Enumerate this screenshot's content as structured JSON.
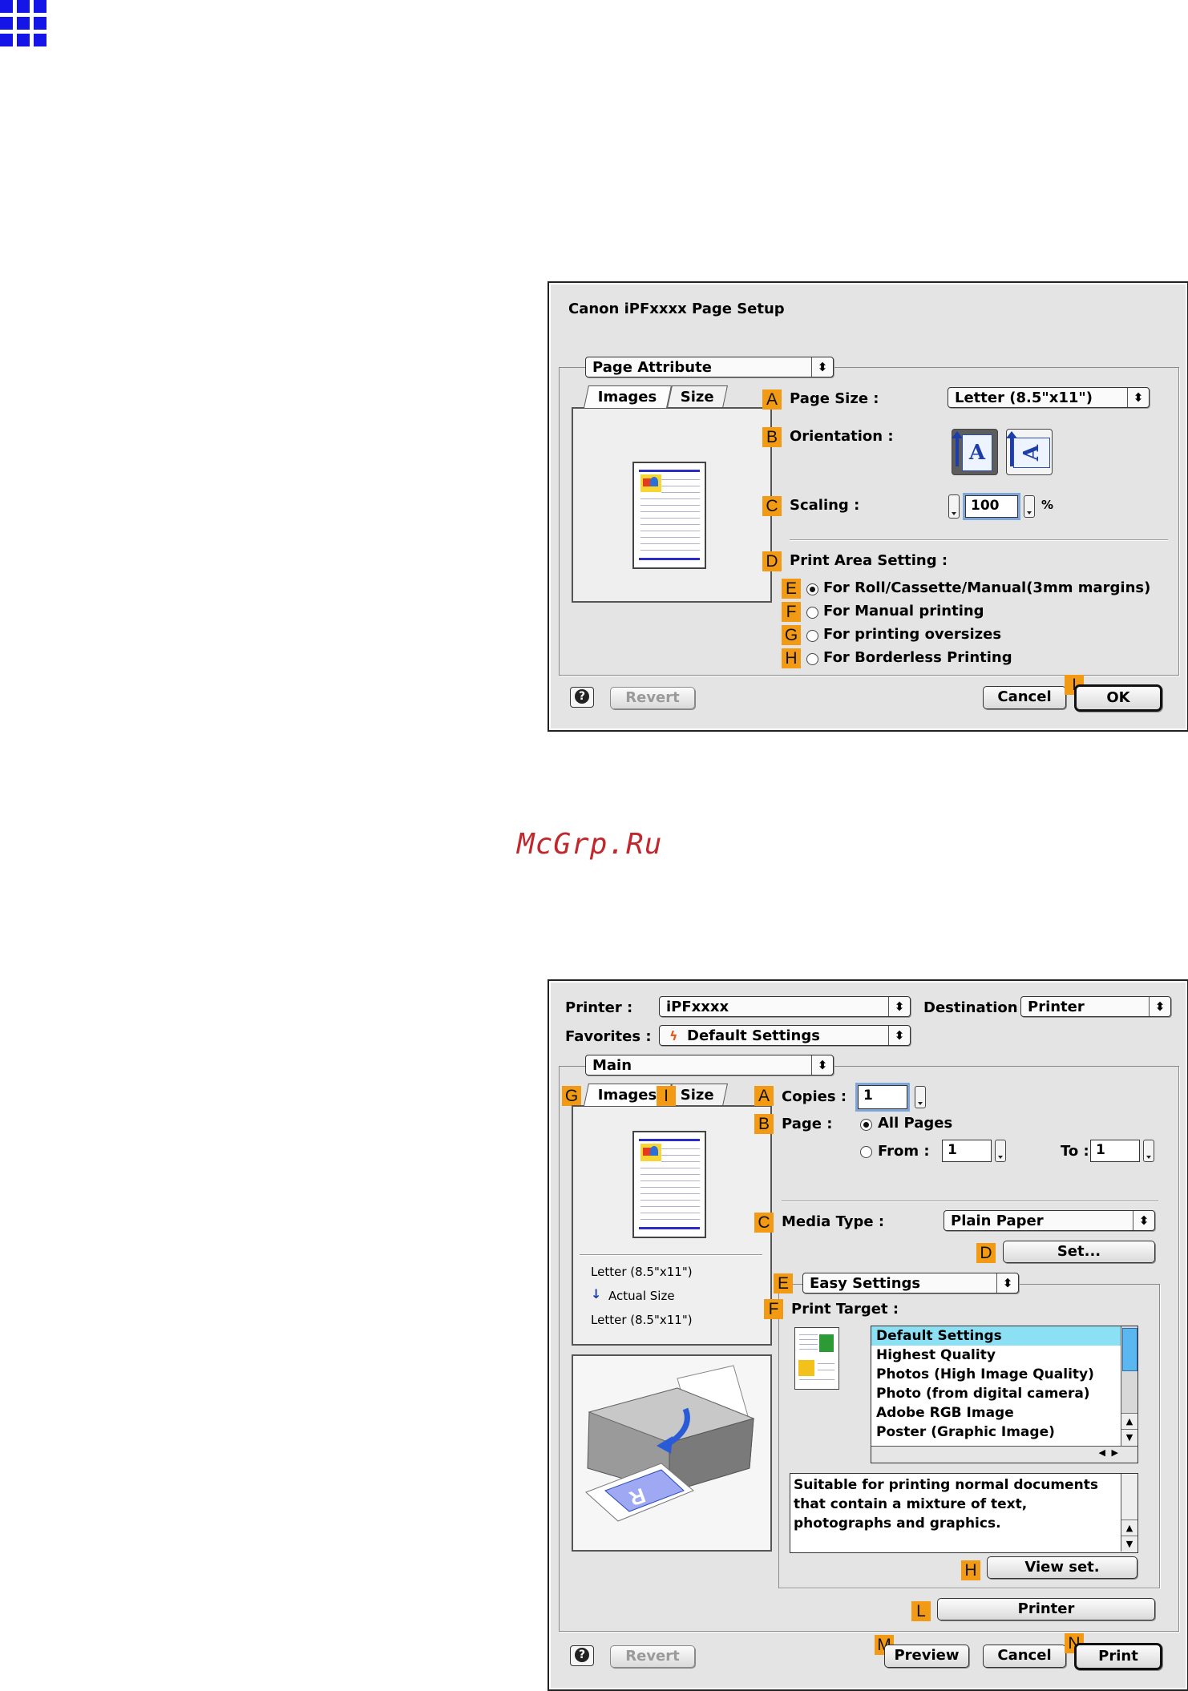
{
  "watermark": "McGrp.Ru",
  "dialog1": {
    "title": "Canon iPFxxxx Page Setup",
    "panel_popup": "Page Attribute",
    "tabs": [
      "Images",
      "Size"
    ],
    "page_size_label": "Page Size :",
    "page_size_value": "Letter (8.5\"x11\")",
    "orientation_label": "Orientation :",
    "scaling_label": "Scaling :",
    "scaling_value": "100",
    "scaling_unit": "%",
    "print_area_label": "Print Area Setting :",
    "options": [
      {
        "label": "For Roll/Cassette/Manual(3mm margins)",
        "selected": true
      },
      {
        "label": "For Manual printing",
        "selected": false
      },
      {
        "label": "For printing oversizes",
        "selected": false
      },
      {
        "label": "For Borderless Printing",
        "selected": false
      }
    ],
    "revert": "Revert",
    "cancel": "Cancel",
    "ok": "OK",
    "markers": [
      "A",
      "B",
      "C",
      "D",
      "E",
      "F",
      "G",
      "H",
      "I"
    ]
  },
  "dialog2": {
    "printer_label": "Printer :",
    "printer_value": "iPFxxxx",
    "destination_label": "Destination :",
    "destination_value": "Printer",
    "favorites_label": "Favorites :",
    "favorites_value": "Default Settings",
    "panel_popup": "Main",
    "tabs": [
      "Images",
      "Size"
    ],
    "copies_label": "Copies :",
    "copies_value": "1",
    "page_label": "Page :",
    "all_pages": "All Pages",
    "from_label": "From :",
    "from_value": "1",
    "to_label": "To :",
    "to_value": "1",
    "media_type_label": "Media Type :",
    "media_type_value": "Plain Paper",
    "set_button": "Set...",
    "easy_settings": "Easy Settings",
    "print_target_label": "Print Target :",
    "print_targets": [
      "Default Settings",
      "Highest Quality",
      "Photos (High Image Quality)",
      "Photo (from digital camera)",
      "Adobe RGB Image",
      "Poster (Graphic Image)"
    ],
    "description": "Suitable for printing normal documents that contain a mixture of text, photographs and graphics.",
    "view_set": "View set.",
    "printer_button": "Printer",
    "preview_info": [
      "Letter (8.5\"x11\")",
      "Actual Size",
      "Letter (8.5\"x11\")"
    ],
    "revert": "Revert",
    "preview": "Preview",
    "cancel": "Cancel",
    "print": "Print",
    "markers": [
      "A",
      "B",
      "C",
      "D",
      "E",
      "F",
      "G",
      "H",
      "I",
      "L",
      "M",
      "N"
    ]
  },
  "colors": {
    "marker": "#f39a15",
    "grid_icon": "#1515e8",
    "watermark": "#c0282d",
    "selected_row": "#8be0f4"
  }
}
